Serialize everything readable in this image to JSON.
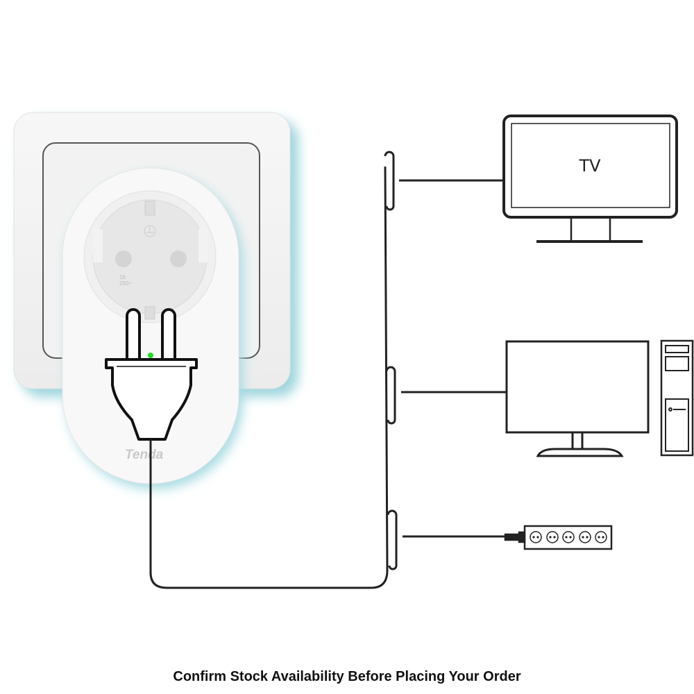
{
  "devices": {
    "tv_label": "TV",
    "names": [
      "tv",
      "desktop-computer",
      "power-strip"
    ]
  },
  "smart_plug": {
    "brand": "Tenda",
    "rating_current": "16",
    "rating_voltage": "250~",
    "led_color": "#22dd22"
  },
  "caption": "Confirm Stock Availability Before Placing Your Order"
}
